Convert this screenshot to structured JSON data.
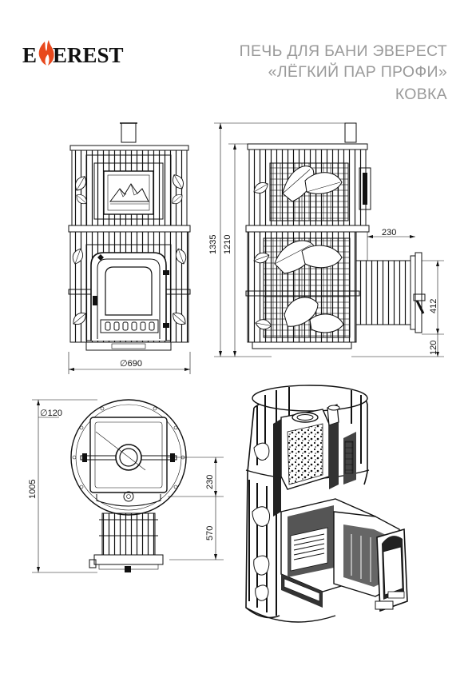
{
  "brand": {
    "name_rest": "EREST",
    "flame_color": "#e8491d",
    "text_color": "#111111"
  },
  "title": {
    "line1": "ПЕЧЬ ДЛЯ БАНИ ЭВЕРЕСТ",
    "line2": "«ЛЁГКИЙ ПАР ПРОФИ»",
    "line3": "КОВКА",
    "color": "#9a9a9a"
  },
  "dimensions": {
    "front_width": "∅690",
    "total_height": "1335",
    "body_height": "1210",
    "tank_offset": "230",
    "tunnel_height": "412",
    "tunnel_bottom": "120",
    "chimney_diameter": "∅120",
    "top_depth": "1005",
    "chimney_offset": "230",
    "tunnel_depth": "570"
  }
}
